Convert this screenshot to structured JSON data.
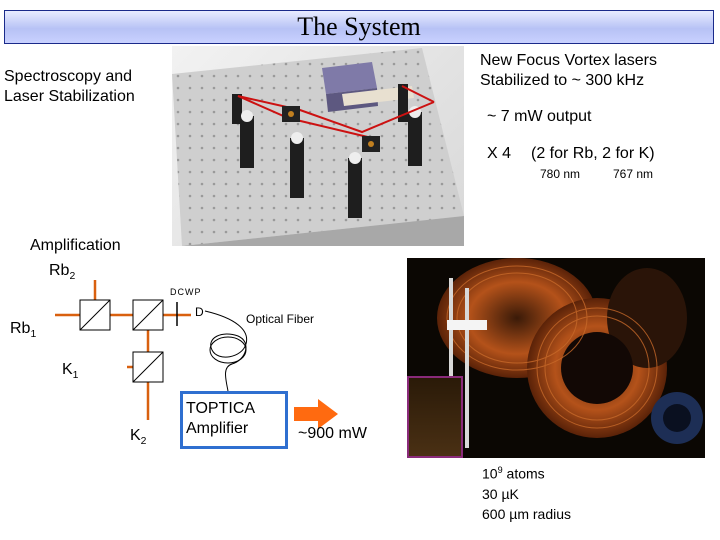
{
  "slide": {
    "title": "The System"
  },
  "labels": {
    "spectroscopy_line1": "Spectroscopy and",
    "spectroscopy_line2": "Laser Stabilization",
    "lasers_line1": "New Focus Vortex lasers",
    "lasers_line2": "Stabilized to ~ 300 kHz",
    "output": "~ 7 mW output",
    "count": "X 4",
    "count_detail": "(2 for Rb, 2 for K)",
    "wavelength_rb": "780 nm",
    "wavelength_k": "767 nm",
    "amplification": "Amplification",
    "amp_rb_base": "Rb",
    "amp_rb_sub": "2",
    "dcwp": "DCWP",
    "fiber_end": "D",
    "optical_fiber": "Optical Fiber",
    "rb1_base": "Rb",
    "rb1_sub": "1",
    "k1_base": "K",
    "k1_sub": "1",
    "k2_base": "K",
    "k2_sub": "2",
    "amplifier_line1": "TOPTICA",
    "amplifier_line2": "Amplifier",
    "amplified_power": "~900 mW",
    "atoms_base": "10",
    "atoms_exp": "9",
    "atoms_unit": " atoms",
    "temperature": "30 µK",
    "radius": "600 µm radius"
  },
  "colors": {
    "title_border": "#1a2a8a",
    "beam_orange": "#d9600f",
    "amp_box_border": "#2f6fd0",
    "arrow_fill": "#ff6a10",
    "laser_beam": "#cc1111"
  },
  "icons": {
    "arrow": "right-arrow-icon",
    "fiber": "fiber-coil-icon",
    "beam_splitter": "beam-splitter-icon"
  }
}
